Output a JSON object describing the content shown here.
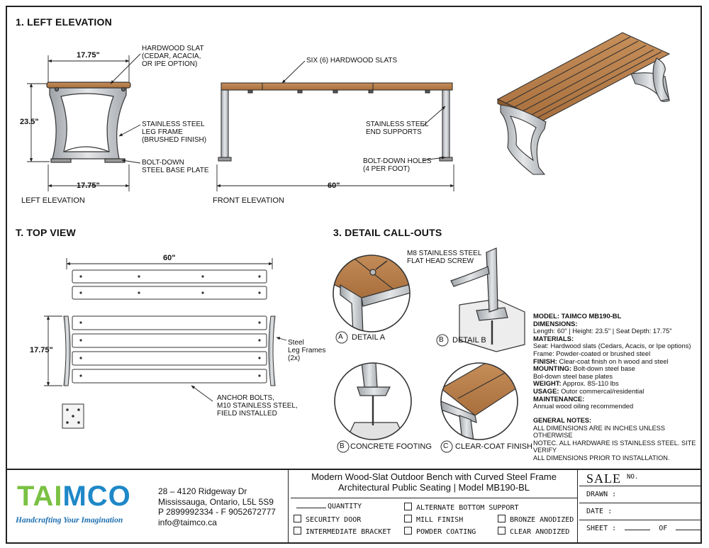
{
  "sections": {
    "left_elevation": "1. LEFT ELEVATION",
    "top_view": "T. TOP VIEW",
    "detail_callouts": "3. DETAIL CALL-OUTS"
  },
  "left_elev": {
    "dim_top": "17.75\"",
    "dim_height": "23.5\"",
    "dim_bottom": "17.75\"",
    "label_slat": "HARDWOOD SLAT\n(CEDAR, ACACIA,\nOR IPE OPTION)",
    "label_leg": "STAINLESS STEEL\nLEG FRAME\n(BRUSHED FINISH)",
    "label_base": "BOLT-DOWN\nSTEEL BASE PLATE",
    "caption": "LEFT ELEVATION"
  },
  "front_elev": {
    "label_slats": "SIX (6) HARDWOOD SLATS",
    "label_supports": "STAINLESS STEEL\nEND SUPPORTS",
    "label_holes": "BOLT-DOWN HOLES\n(4 PER FOOT)",
    "dim_width": "60\"",
    "caption": "FRONT ELEVATION"
  },
  "top_view": {
    "dim_width": "60\"",
    "dim_depth": "17.75\"",
    "label_frames": "Steel\nLeg Frames\n(2x)",
    "label_anchor": "ANCHOR BOLTS,\nM10 STAINLESS STEEL,\nFIELD INSTALLED"
  },
  "details": {
    "screw_label": "M8 STAINLESS STEEL\nFLAT HEAD SCREW",
    "a_letter": "A",
    "a_label": "DETAIL A",
    "b_letter": "B",
    "b_label": "DETAIL B",
    "c_letter": "B",
    "c_label": "CONCRETE FOOTING",
    "d_letter": "C",
    "d_label": "CLEAR-COAT FINISH"
  },
  "spec": {
    "model": "MODEL: TAIMCO MB190-BL",
    "dimensions_h": "DIMENSIONS:",
    "dimensions": "Length: 60\" | Height: 23.5\" | Seat Depth: 17.75\"",
    "materials_h": "MATERIALS:",
    "materials_1": "Seat: Hardwood slats (Cedars, Acacis, or Ipe options)",
    "materials_2": "Frame: Powder-coated or brushed steel",
    "finish_h": "FINISH:",
    "finish": " Clear-coat finish on h wood and steel",
    "mounting_h": "MOUNTING:",
    "mounting_1": " Bolt-down steel base",
    "mounting_2": "Bol-down steel base plates",
    "weight_h": "WEIGHT:",
    "weight": " Approx. 8S-110 lbs",
    "usage_h": "USAGE:",
    "usage": " Outor commercal/residential",
    "maint_h": "MAINTENANCE:",
    "maint": "Annual wood oiling recommended"
  },
  "notes": {
    "heading": "GENERAL NOTES:",
    "lines": [
      "ALL DIMENSIONS ARE IN INCHES UNLESS OTHERWISE",
      "NOTEC. ALL HARDWARE IS STAINLESS STEEL. SITE VERIFY",
      "ALL DIMENSIONS PRIOR TO INSTALLATION."
    ]
  },
  "company": {
    "logo_text": "TAIMCO",
    "tagline": "Handcrafting Your Imagination",
    "addr1": "28 – 4120 Ridgeway Dr",
    "addr2": "Mississauga, Ontario, L5L 5S9",
    "phone": "P 2899992334 - F 9052672777",
    "email": "info@taimco.ca",
    "colors": {
      "green": "#7ac143",
      "blue": "#1e88c8",
      "tagline": "#1e6fb0"
    }
  },
  "title_block": {
    "title1": "Modern Wood-Slat Outdoor Bench with Curved Steel Frame",
    "title2": "Architectural Public Seating | Model MB190-BL",
    "quantity": "QUANTITY",
    "opt_alt_bottom": "ALTERNATE BOTTOM SUPPORT",
    "opt_security": "SECURITY DOOR",
    "opt_mill": "MILL FINISH",
    "opt_bronze": "BRONZE ANODIZED",
    "opt_bracket": "INTERMEDIATE BRACKET",
    "opt_powder": "POWDER COATING",
    "opt_clear": "CLEAR ANODIZED",
    "sale": "SALE",
    "sale_no": "NO.",
    "drawn": "DRAWN :",
    "date": "DATE :",
    "sheet": "SHEET :",
    "of": "OF"
  }
}
